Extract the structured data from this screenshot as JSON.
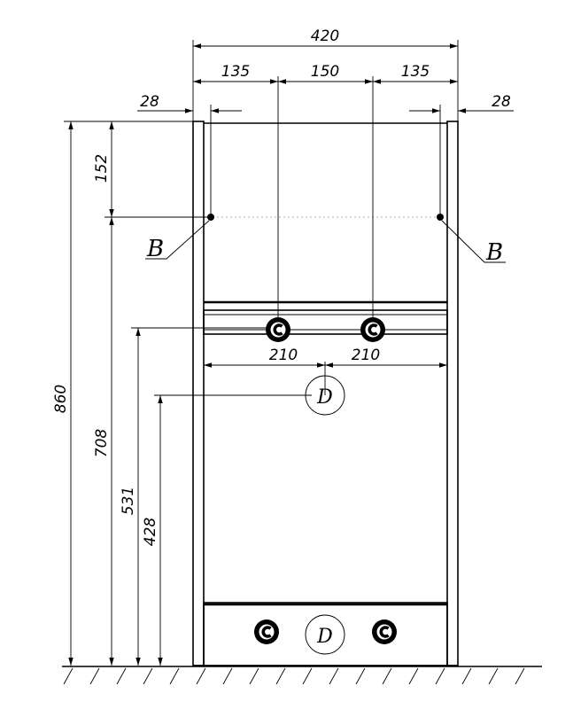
{
  "dimensions": {
    "overall_width": "420",
    "seg_left": "135",
    "seg_mid": "150",
    "seg_right": "135",
    "offset_left": "28",
    "offset_right": "28",
    "top_drop": "152",
    "height_total": "860",
    "height_b": "708",
    "height_c": "531",
    "height_d": "428",
    "half_left": "210",
    "half_right": "210"
  },
  "labels": {
    "b_left": "B",
    "b_right": "B",
    "d_upper": "D",
    "d_lower": "D"
  },
  "icons": {
    "connection": "c-connection-icon",
    "drain": "d-drain-icon"
  }
}
